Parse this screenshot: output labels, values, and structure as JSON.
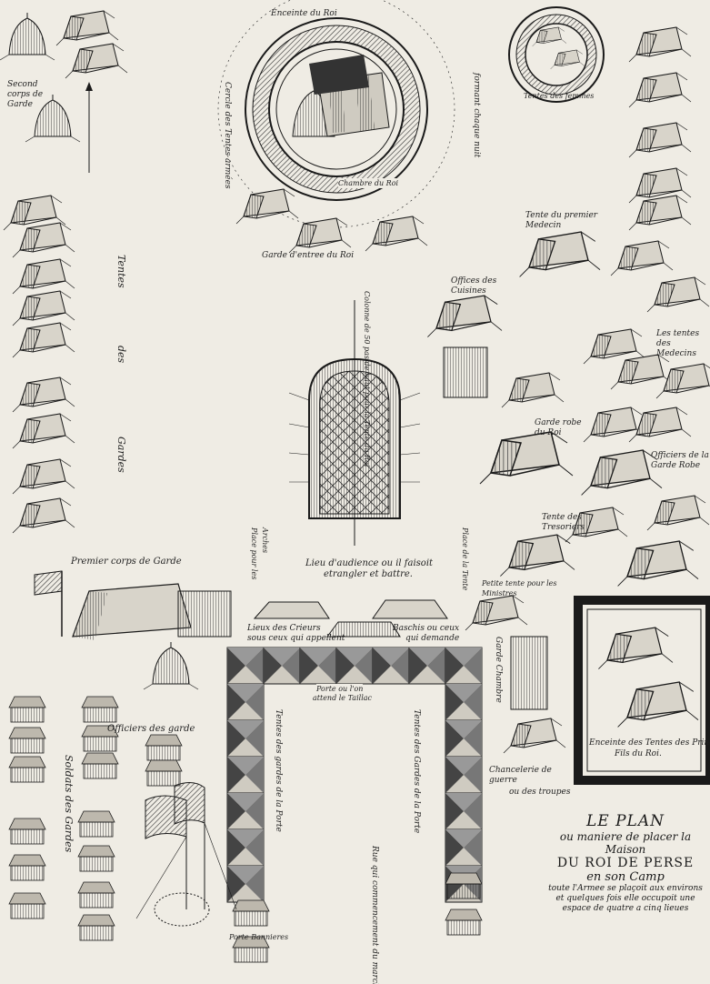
{
  "title": {
    "line1": "LE PLAN",
    "line2": "ou maniere de placer la Maison",
    "line3": "DU ROI DE PERSE",
    "line4": "en son Camp",
    "line5": "toute l'Armee se plaçoit aux environs",
    "line6": "et quelques fois elle occupoit une",
    "line7": "espace de quatre a cinq lieues"
  },
  "labels": {
    "second_corps": "Second corps de Garde",
    "tentes": "Tentes",
    "des": "des",
    "gardes": "Gardes",
    "premier_corps": "Premier corps de Garde",
    "lieu_audience": "Lieu d'audience ou il faisoit",
    "lieu_audience2": "etrangler et battre.",
    "lieux_crieurs": "Lieux des Crieurs",
    "lieux_crieurs2": "sous ceux qui appellent",
    "baschis": "Baschis ou ceux",
    "baschis2": "qui demande",
    "porte_taillac": "Porte ou l'on",
    "porte_taillac2": "attend le Taillac",
    "officiers_garde": "Officiers des garde",
    "soldats": "Soldats des Gardes",
    "porte_bannieres": "Porte Bannieres",
    "tentes_gardes_porte": "Tentes des gardes de la Porte",
    "tentes_gardes_porte2": "Tentes des Gardes de la Porte",
    "tente_medecin": "Tente du premier Medecin",
    "offices_cuisine": "Offices des Cuisines",
    "tentes_medecins": "Les tentes des Medecins",
    "garde_robe": "Garde robe du Roi",
    "officiers_garde_robe": "Officiers de la Garde Robe",
    "tente_tresorier": "Tente des Tresoriers",
    "petite_tente_ministres": "Petite tente pour les Ministres",
    "enceinte_princes": "Enceinte des Tentes des Princes",
    "enceinte_princes2": "Fils du Roi.",
    "chancelerie": "Chancelerie de guerre",
    "chancelerie2": "ou des troupes",
    "garde_chambre": "Garde Chambre",
    "rue": "Rue qui commencement du marche",
    "gardes_chambre_roi": "Garde d'entree du Roi",
    "ring_top": "Enceinte du Roi",
    "ring_left": "Cercle des Tentes armées",
    "ring_right": "formant chaque nuit",
    "ring_inner": "Chambre du Roi",
    "ring_small": "Tentes des femmes",
    "frame": "Tentes",
    "plaque": "Place pour les",
    "plaque2": "Arches",
    "plaque_right": "Place de la Tente",
    "pillar_text": "Colonne de 50 pas de haut pour la Tente du Roi"
  },
  "colors": {
    "ink": "#1a1a1a",
    "paper": "#efece4",
    "shade": "#555555"
  }
}
